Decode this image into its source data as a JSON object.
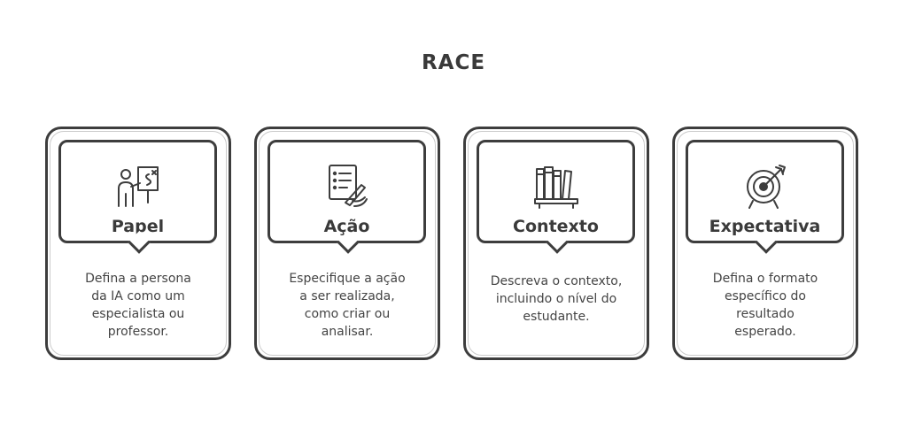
{
  "title": "RACE",
  "cards": [
    {
      "icon": "teacher-board-icon",
      "label": "Papel",
      "lines": [
        "Defina a persona",
        "da IA como um",
        "especialista ou",
        "professor."
      ]
    },
    {
      "icon": "checklist-pen-icon",
      "label": "Ação",
      "lines": [
        "Especifique a ação",
        "a ser realizada,",
        "como criar ou",
        "analisar."
      ]
    },
    {
      "icon": "books-shelf-icon",
      "label": "Contexto",
      "lines": [
        "Descreva o contexto,",
        "incluindo o nível do",
        "estudante."
      ]
    },
    {
      "icon": "target-arrow-icon",
      "label": "Expectativa",
      "lines": [
        "Defina o formato",
        "específico do",
        "resultado",
        "esperado."
      ]
    }
  ]
}
